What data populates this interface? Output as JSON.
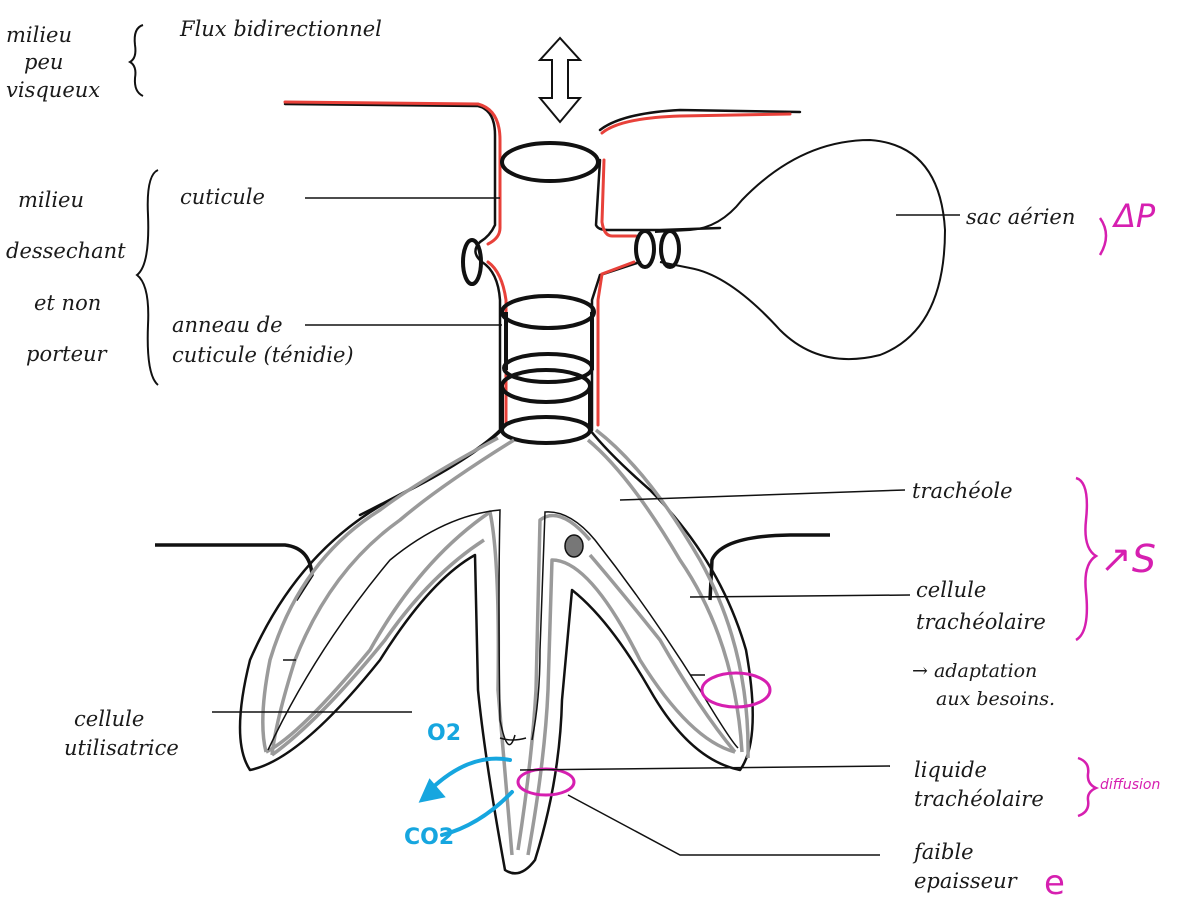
{
  "labels": {
    "milieu_peu_visqueux": [
      "milieu",
      "peu",
      "visqueux"
    ],
    "flux_bidirectionnel": "Flux bidirectionnel",
    "milieu_dessechant": [
      "milieu",
      "dessechant",
      "et non",
      "porteur"
    ],
    "cuticule": "cuticule",
    "anneau_cuticule": [
      "anneau de",
      "cuticule (ténidie)"
    ],
    "sac_aerien": "sac aérien",
    "delta_p": "ΔP",
    "tracheole": "trachéole",
    "cellule_tracheolaire": [
      "cellule",
      "trachéolaire"
    ],
    "s_increase": "↗S",
    "adaptation": [
      "→ adaptation",
      "aux besoins."
    ],
    "cellule_utilisatrice": [
      "cellule",
      "utilisatrice"
    ],
    "liquide_tracheolaire": [
      "liquide",
      "trachéolaire"
    ],
    "diffusion": "diffusion",
    "faible_epaisseur": [
      "faible",
      "epaisseur"
    ],
    "e": "e",
    "o2": "O2",
    "co2": "CO2"
  },
  "colors": {
    "ink": "#111111",
    "cuticle_red": "#e8413a",
    "membrane_gray": "#9a9a9a",
    "annotation_pink": "#d61fb0",
    "gas_blue": "#16a6df"
  }
}
